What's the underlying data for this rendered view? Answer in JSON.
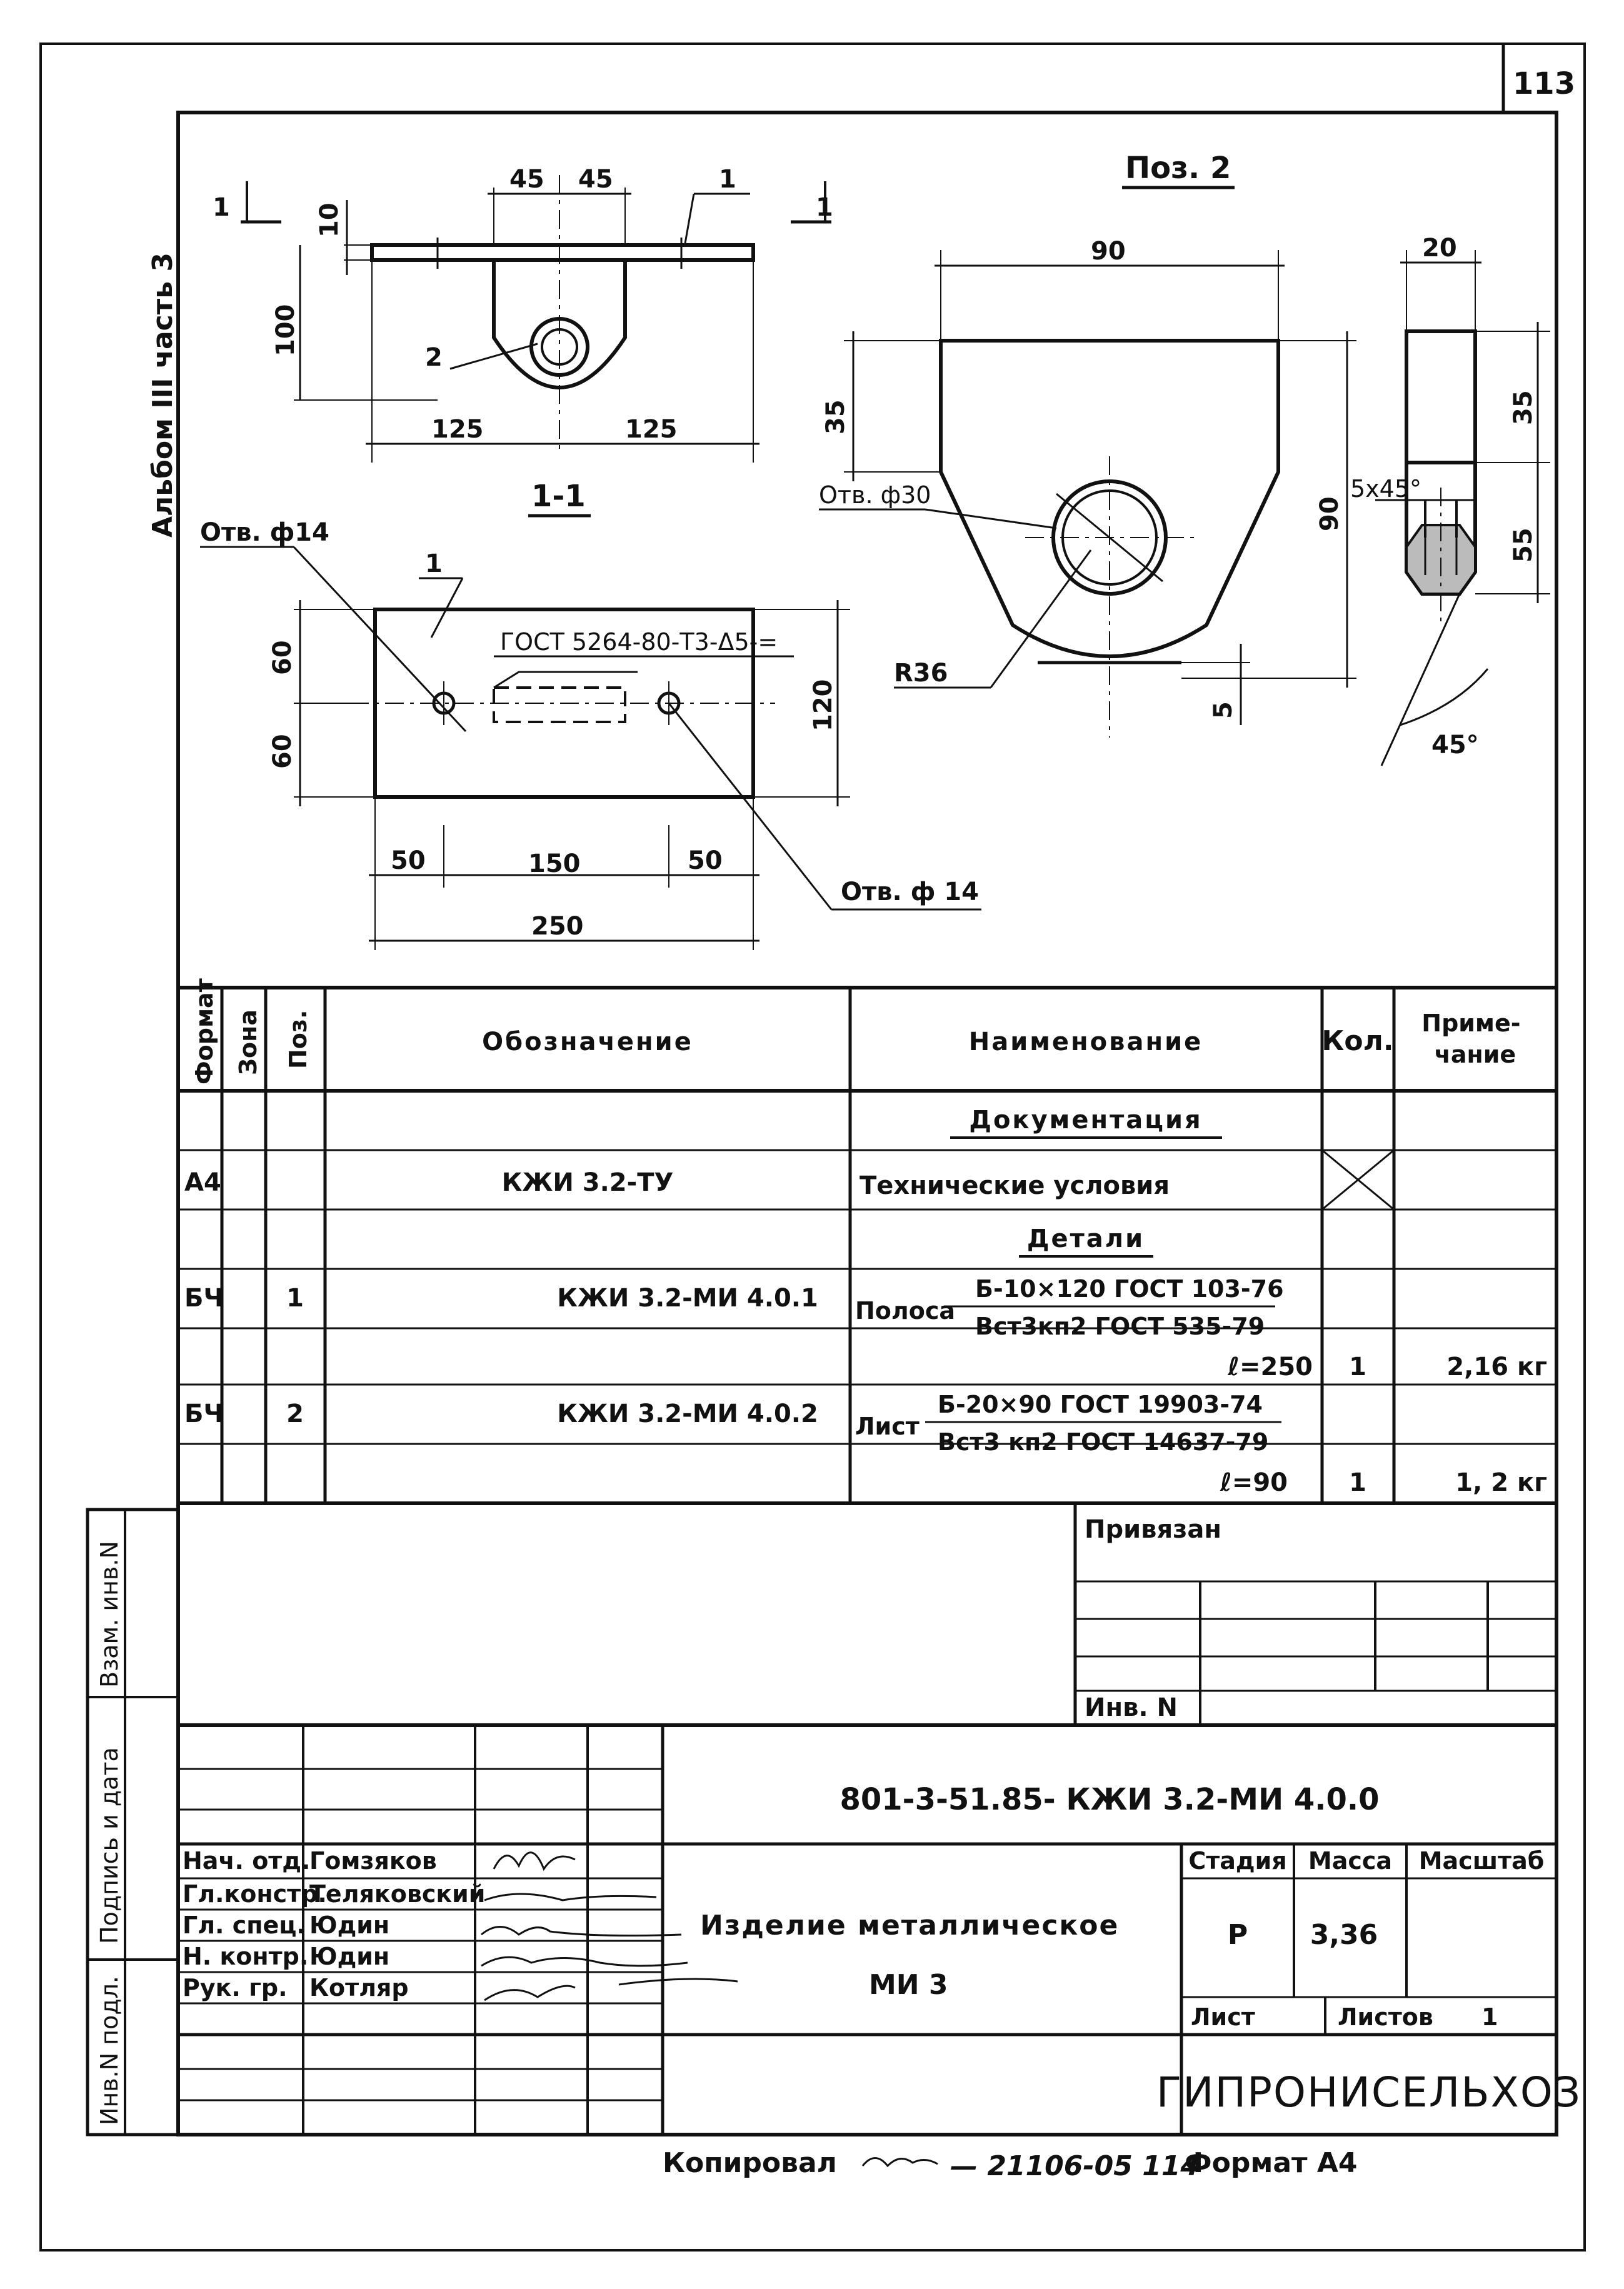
{
  "sheet_number": "113",
  "side_album_label": "Альбом III часть 3",
  "side_stamp": {
    "vzam_inv": "Взам. инв.N",
    "podpis_data": "Подпись и дата",
    "inv_podl": "Инв.N подл."
  },
  "drawing": {
    "section_marker": "1",
    "section_title": "1-1",
    "pos_title": "Поз. 2",
    "view_callout_1": "1",
    "view_callout_2": "2",
    "dims_top": [
      "45",
      "45",
      "10",
      "100",
      "125",
      "125"
    ],
    "hole_label_left": "Отв. ф14",
    "hole_label_right": "Отв. ф 14",
    "weld_note": "ГОСТ 5264-80-Т3-Δ5-=",
    "dims_plan": [
      "60",
      "60",
      "120",
      "50",
      "150",
      "50",
      "250"
    ],
    "dims_pos2": [
      "90",
      "35",
      "90",
      "5",
      "20",
      "35",
      "55",
      "5x45°",
      "45°"
    ],
    "hole_label_pos2": "Отв. ф30",
    "radius_label": "R36"
  },
  "spec_table": {
    "headers": {
      "format": "Формат",
      "zone": "Зона",
      "pos": "Поз.",
      "designation": "Обозначение",
      "name": "Наименование",
      "qty": "Кол.",
      "note": "Приме-\nчание"
    },
    "section_docs": "Документация",
    "section_parts": "Детали",
    "rows": [
      {
        "format": "А4",
        "designation": "КЖИ 3.2-ТУ",
        "name": "Технические условия"
      },
      {
        "format": "БЧ",
        "pos": "1",
        "designation": "КЖИ 3.2-МИ 4.0.1",
        "name_prefix": "Полоса",
        "frac_top": "Б-10×120 ГОСТ 103-76",
        "frac_bot": "Вст3кп2 ГОСТ 535-79",
        "length": "ℓ=250",
        "qty": "1",
        "note": "2,16 кг"
      },
      {
        "format": "БЧ",
        "pos": "2",
        "designation": "КЖИ 3.2-МИ 4.0.2",
        "name_prefix": "Лист",
        "frac_top": "Б-20×90 ГОСТ 19903-74",
        "frac_bot": "Вст3 кп2 ГОСТ 14637-79",
        "length": "ℓ=90",
        "qty": "1",
        "note": "1, 2 кг"
      }
    ]
  },
  "title_block": {
    "privyazan": "Привязан",
    "inv_n": "Инв. N",
    "doc_code": "801-3-51.85- КЖИ 3.2-МИ 4.0.0",
    "roles": [
      {
        "role": "Нач. отд.",
        "name": "Гомзяков"
      },
      {
        "role": "Гл.констр.",
        "name": "Теляковский"
      },
      {
        "role": "Гл. спец.",
        "name": "Юдин"
      },
      {
        "role": "Н. контр.",
        "name": "Юдин"
      },
      {
        "role": "Рук. гр.",
        "name": "Котляр"
      }
    ],
    "product_name_1": "Изделие металлическое",
    "product_name_2": "МИ 3",
    "stage_label": "Стадия",
    "mass_label": "Масса",
    "scale_label": "Масштаб",
    "stage_value": "Р",
    "mass_value": "3,36",
    "sheet_label": "Лист",
    "sheets_label": "Листов",
    "sheets_value": "1",
    "organization": "ГИПРОНИСЕЛЬХОЗ"
  },
  "footer": {
    "copied_label": "Копировал",
    "copy_number": "— 21106-05 114",
    "format_label": "Формат А4"
  }
}
